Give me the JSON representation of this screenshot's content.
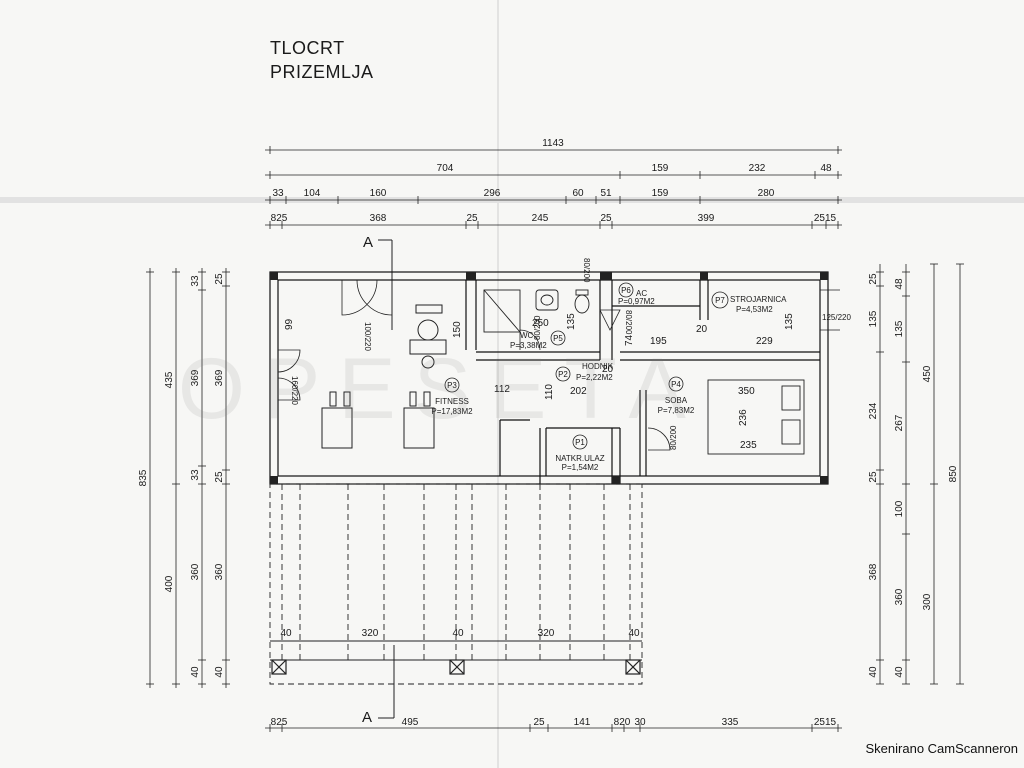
{
  "title": {
    "line1": "TLOCRT",
    "line2": "PRIZEMLJA"
  },
  "watermark": "OPESETA",
  "scanner_text": "Skenirano CamScanneron",
  "section_marker": "A",
  "rooms": {
    "p1": {
      "num": "P1",
      "name": "NATKR.ULAZ",
      "area": "P=1,54M2"
    },
    "p2": {
      "num": "P2",
      "name": "HODNIK",
      "area": "P=2,22M2"
    },
    "p3": {
      "num": "P3",
      "name": "FITNESS",
      "area": "P=17,83M2"
    },
    "p4": {
      "num": "P4",
      "name": "SOBA",
      "area": "P=7,83M2"
    },
    "p5": {
      "num": "P5",
      "name": "WC",
      "area": "P=3,38M2"
    },
    "p6": {
      "num": "P6",
      "name": "AC",
      "area": "P=0,97M2"
    },
    "p7": {
      "num": "P7",
      "name": "STROJARNICA",
      "area": "P=4,53M2"
    }
  },
  "dimensions": {
    "top_total": "1143",
    "top_row2": [
      "704",
      "159",
      "232",
      "48"
    ],
    "top_row3": [
      "33",
      "104",
      "160",
      "296",
      "60",
      "51",
      "159",
      "280"
    ],
    "top_row4": [
      "825",
      "368",
      "25",
      "245",
      "25",
      "399",
      "2515"
    ],
    "bottom_row": [
      "825",
      "495",
      "25",
      "141",
      "820",
      "30",
      "335",
      "2515"
    ],
    "terrace_row": [
      "40",
      "320",
      "40",
      "320",
      "40"
    ],
    "left_outer": [
      "835"
    ],
    "left_2": [
      "435",
      "400"
    ],
    "left_3": [
      "33",
      "369",
      "33",
      "360",
      "40"
    ],
    "left_4": [
      "25",
      "369",
      "25",
      "360",
      "40"
    ],
    "right_1": [
      "25",
      "135",
      "234",
      "25",
      "368",
      "40"
    ],
    "right_2": [
      "48",
      "135",
      "267",
      "100",
      "360",
      "40"
    ],
    "right_3": [
      "450",
      "300"
    ],
    "right_outer": [
      "850"
    ],
    "interior": {
      "d99": "99",
      "d150": "150",
      "d250": "250",
      "d135": "135",
      "d74": "74",
      "d195": "195",
      "d229": "229",
      "d20a": "20",
      "d20b": "20",
      "d112": "112",
      "d110": "110",
      "d202": "202",
      "d350": "350",
      "d236": "236",
      "d235": "235",
      "d135b": "135"
    },
    "doors": {
      "dr1": "100/220",
      "dr2": "160/220",
      "dr3": "80/200",
      "dr4": "80/200",
      "dr5": "80/200",
      "dr6": "125/220",
      "dr7": "80/200"
    }
  }
}
